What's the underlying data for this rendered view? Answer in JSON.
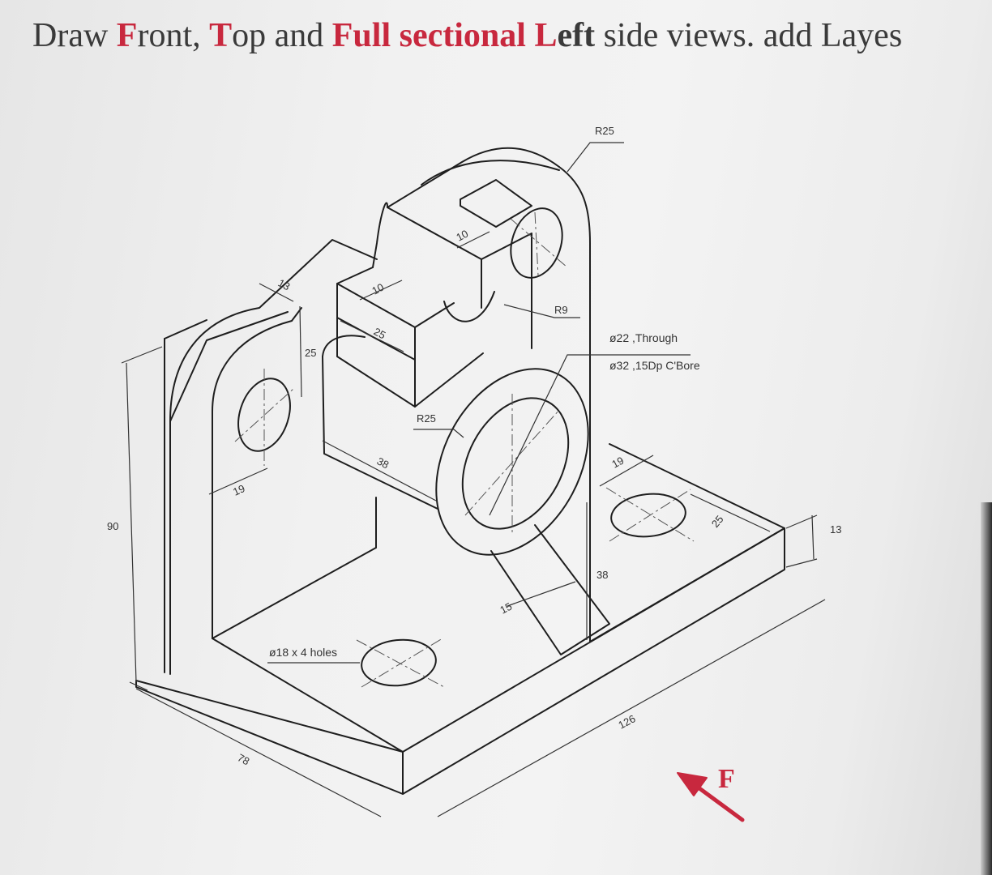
{
  "title": {
    "p1": "Draw ",
    "front_f": "F",
    "front_rest": "ront, ",
    "top_t": "T",
    "top_rest": "op and ",
    "full_sectional": "Full sectional",
    "sp1": " ",
    "left_l": "L",
    "left_rest": "eft",
    "p2": " side views. add Layes"
  },
  "dimensions": {
    "r25_top": "R25",
    "d10_top": "10",
    "d13": "13",
    "d10_left": "10",
    "r9": "R9",
    "d25_slot": "25",
    "d25_height": "25",
    "r25_mid": "R25",
    "d38_depth": "38",
    "d19_left": "19",
    "d90": "90",
    "d19_right": "19",
    "d25_right": "25",
    "d13_right": "13",
    "d38_height": "38",
    "d15": "15",
    "d126": "126",
    "d78": "78"
  },
  "notes": {
    "through": "ø22 ,Through",
    "cbore": "ø32 ,15Dp C'Bore",
    "holes": "ø18 x 4 holes"
  },
  "front_marker": "F",
  "colors": {
    "accent": "#c8283e",
    "line": "#1e1e1e",
    "text": "#3a3a3a"
  }
}
